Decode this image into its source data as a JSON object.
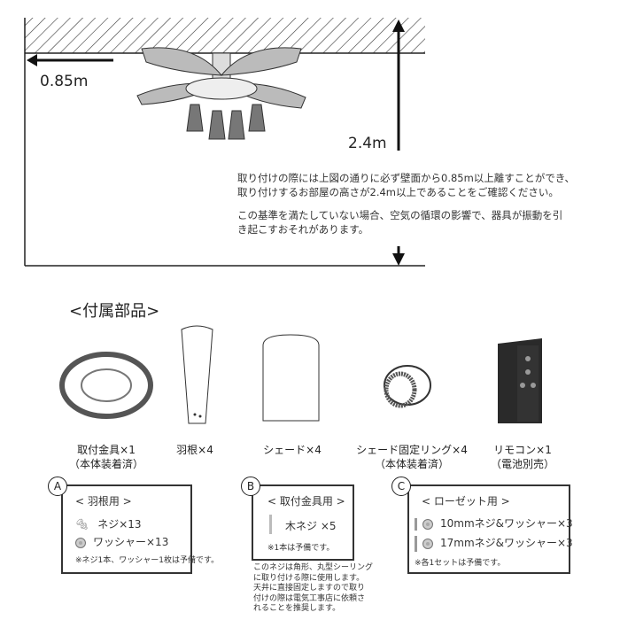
{
  "diagram": {
    "wall_distance": "0.85m",
    "ceiling_height": "2.4m",
    "notice_lines": [
      "取り付けの際には上図の通りに必ず壁面から0.85m以上離すことができ、",
      "取り付けするお部屋の高さが2.4m以上であることをご確認ください。"
    ],
    "warning_lines": [
      "この基準を満たしていない場合、空気の循環の影響で、器具が振動を引",
      "き起こすおそれがあります。"
    ]
  },
  "parts": {
    "heading": "<付属部品>",
    "items": [
      {
        "line1": "取付金具×1",
        "line2": "（本体装着済）"
      },
      {
        "line1": "羽根×4",
        "line2": ""
      },
      {
        "line1": "シェード×4",
        "line2": ""
      },
      {
        "line1": "シェード固定リング×4",
        "line2": "（本体装着済）"
      },
      {
        "line1": "リモコン×1",
        "line2": "（電池別売）"
      }
    ]
  },
  "kits": {
    "a": {
      "badge": "A",
      "title": "< 羽根用 >",
      "items": [
        "ネジ×13",
        "ワッシャー×13"
      ],
      "note": "※ネジ1本、ワッシャー1枚は予備です。"
    },
    "b": {
      "badge": "B",
      "title": "< 取付金具用 >",
      "items": [
        "木ネジ ×5"
      ],
      "note": "※1本は予備です。",
      "extra": [
        "このネジは角形、丸型シーリング",
        "に取り付ける際に使用します。",
        "天井に直接固定しますので取り",
        "付けの際は電気工事店に依頼さ",
        "れることを推奨します。"
      ]
    },
    "c": {
      "badge": "C",
      "title": "< ローゼット用 >",
      "items": [
        "10mmネジ&ワッシャー×3",
        "17mmネジ&ワッシャー×3"
      ],
      "note": "※各1セットは予備です。"
    }
  }
}
